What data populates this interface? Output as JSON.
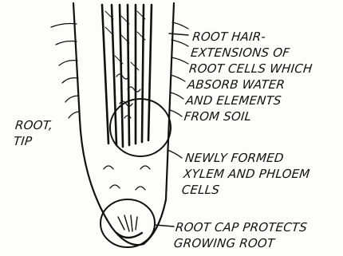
{
  "diagram": {
    "labels": {
      "root_hair": [
        "ROOT HAIR-",
        "EXTENSIONS OF",
        "ROOT CELLS WHICH",
        "ABSORB WATER",
        "AND ELEMENTS",
        "FROM SOIL"
      ],
      "root_tip": [
        "ROOT,",
        "TIP"
      ],
      "xylem_phloem": [
        "NEWLY FORMED",
        "XYLEM AND PHLOEM",
        "CELLS"
      ],
      "root_cap": [
        "ROOT CAP PROTECTS",
        "GROWING ROOT"
      ]
    },
    "colors": {
      "ink": "#111111",
      "paper": "#fdfdfb"
    }
  }
}
